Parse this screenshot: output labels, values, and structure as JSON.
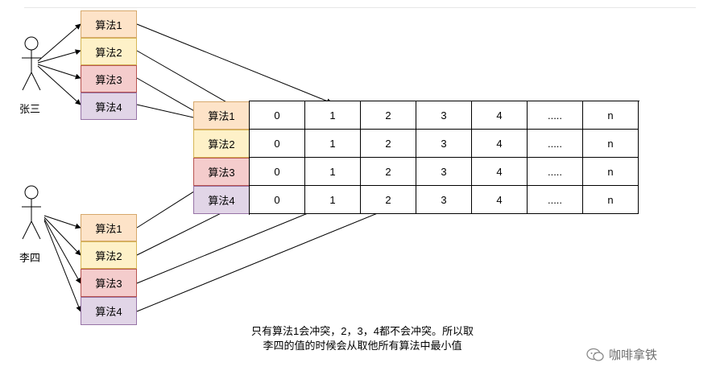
{
  "persons": [
    {
      "name": "张三"
    },
    {
      "name": "李四"
    }
  ],
  "group_top": [
    "算法1",
    "算法2",
    "算法3",
    "算法4"
  ],
  "group_bottom": [
    "算法1",
    "算法2",
    "算法3",
    "算法4"
  ],
  "table": {
    "row_labels": [
      "算法1",
      "算法2",
      "算法3",
      "算法4"
    ],
    "rows": [
      [
        "0",
        "1",
        "2",
        "3",
        "4",
        ".....",
        "n"
      ],
      [
        "0",
        "1",
        "2",
        "3",
        "4",
        ".....",
        "n"
      ],
      [
        "0",
        "1",
        "2",
        "3",
        "4",
        ".....",
        "n"
      ],
      [
        "0",
        "1",
        "2",
        "3",
        "4",
        ".....",
        "n"
      ]
    ]
  },
  "caption": {
    "line1": "只有算法1会冲突，2，3，4都不会冲突。所以取",
    "line2": "李四的值的时候会从取他所有算法中最小值"
  },
  "watermark": {
    "text": "咖啡拿铁",
    "icon": "wechat-icon"
  },
  "colors": {
    "algo1_fill": "#fde3c8",
    "algo2_fill": "#fef1c8",
    "algo3_fill": "#f4cccc",
    "algo4_fill": "#e1d5e7"
  }
}
